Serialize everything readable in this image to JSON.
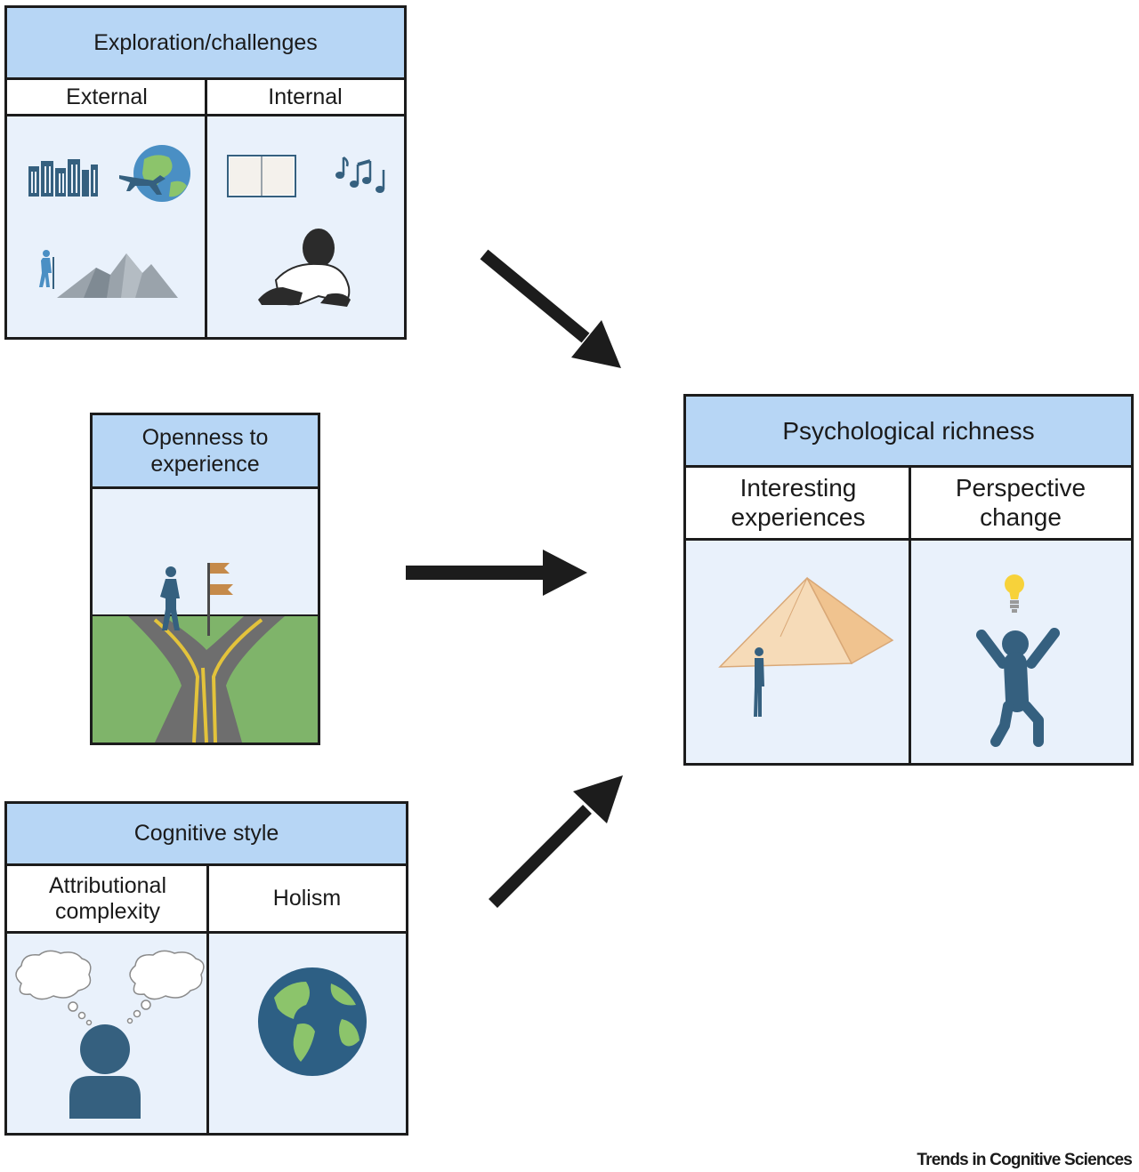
{
  "exploration": {
    "title": "Exploration/challenges",
    "col1": "External",
    "col2": "Internal",
    "icons": [
      "city-skyline-icon",
      "globe-with-plane-icon",
      "hiker-mountain-icon",
      "open-book-icon",
      "music-notes-icon",
      "person-writing-icon"
    ]
  },
  "openness": {
    "title_line1": "Openness to",
    "title_line2": "experience",
    "icons": [
      "person-at-crossroads-icon",
      "signpost-icon",
      "forking-road-icon"
    ]
  },
  "cognitive": {
    "title": "Cognitive style",
    "col1_line1": "Attributional",
    "col1_line2": "complexity",
    "col2": "Holism",
    "icons": [
      "thought-bubbles-icon",
      "person-bust-icon",
      "earth-globe-icon"
    ]
  },
  "richness": {
    "title": "Psychological richness",
    "col1_line1": "Interesting",
    "col1_line2": "experiences",
    "col2_line1": "Perspective",
    "col2_line2": "change",
    "icons": [
      "pyramid-icon",
      "small-person-icon",
      "lightbulb-icon",
      "jumping-person-icon"
    ]
  },
  "credit": "Trends in Cognitive Sciences",
  "colors": {
    "header_blue": "#b7d6f5",
    "panel_blue": "#e9f1fb",
    "figure_navy": "#35607f",
    "grass_green": "#7fb46a",
    "road_gray": "#6e6e6e",
    "road_yellow": "#e3c33b",
    "pyramid_tan": "#f3cda0",
    "bulb_yellow": "#f7d23a"
  }
}
